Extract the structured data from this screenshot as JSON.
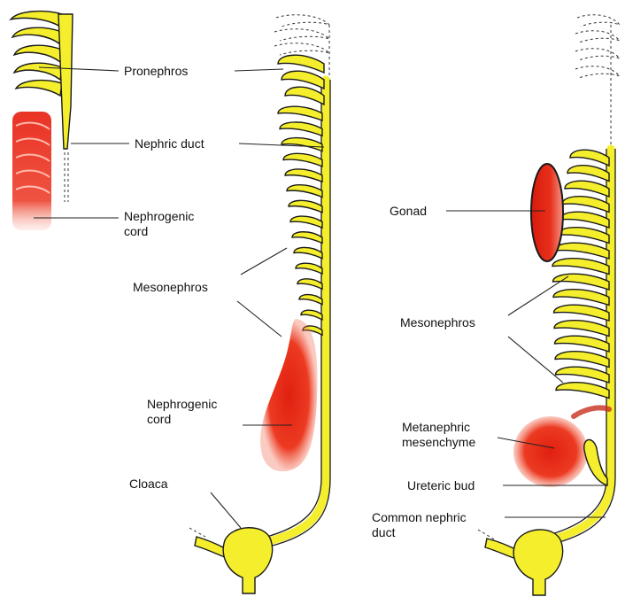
{
  "labels": {
    "pronephros": "Pronephros",
    "nephric_duct": "Nephric duct",
    "nephrogenic_cord_1": [
      "Nephrogenic",
      "cord"
    ],
    "mesonephros_1": "Mesonephros",
    "nephrogenic_cord_2": [
      "Nephrogenic",
      "cord"
    ],
    "cloaca": "Cloaca",
    "gonad": "Gonad",
    "mesonephros_2": "Mesonephros",
    "metanephric_mesenchyme": [
      "Metanephric",
      "mesenchyme"
    ],
    "ureteric_bud": "Ureteric bud",
    "common_nephric_duct": [
      "Common nephric",
      "duct"
    ]
  },
  "colors": {
    "tubule_yellow": "#f4ee2c",
    "mesenchyme_red": "#e8321e",
    "outline": "#1a1a1a"
  }
}
